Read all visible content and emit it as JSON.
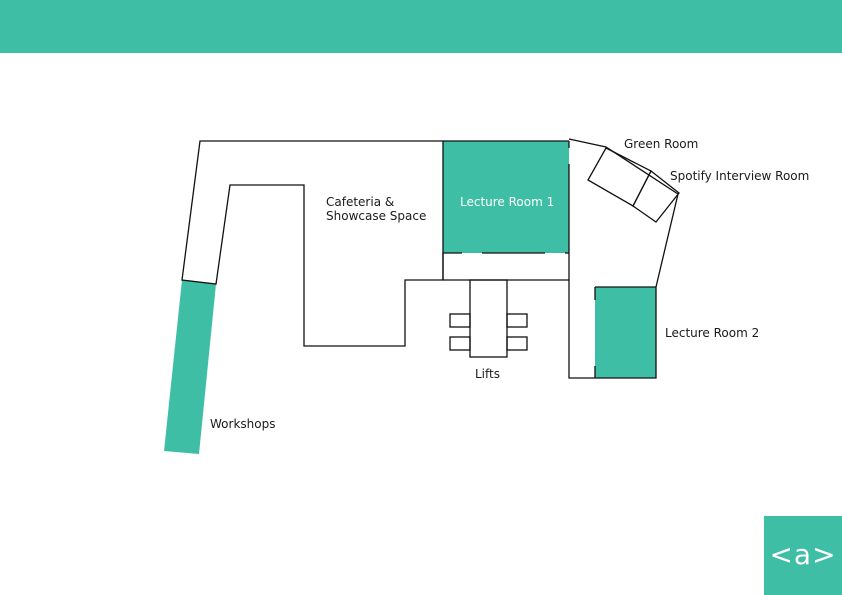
{
  "colors": {
    "accent": "#3ebfa5",
    "wall": "#111111",
    "background": "#ffffff"
  },
  "logo": {
    "text": "<a>"
  },
  "rooms": {
    "cafeteria_line1": "Cafeteria &",
    "cafeteria_line2": "Showcase Space",
    "lecture_room_1": "Lecture Room 1",
    "green_room": "Green Room",
    "spotify_room": "Spotify Interview Room",
    "lecture_room_2": "Lecture Room 2",
    "lifts": "Lifts",
    "workshops": "Workshops"
  }
}
